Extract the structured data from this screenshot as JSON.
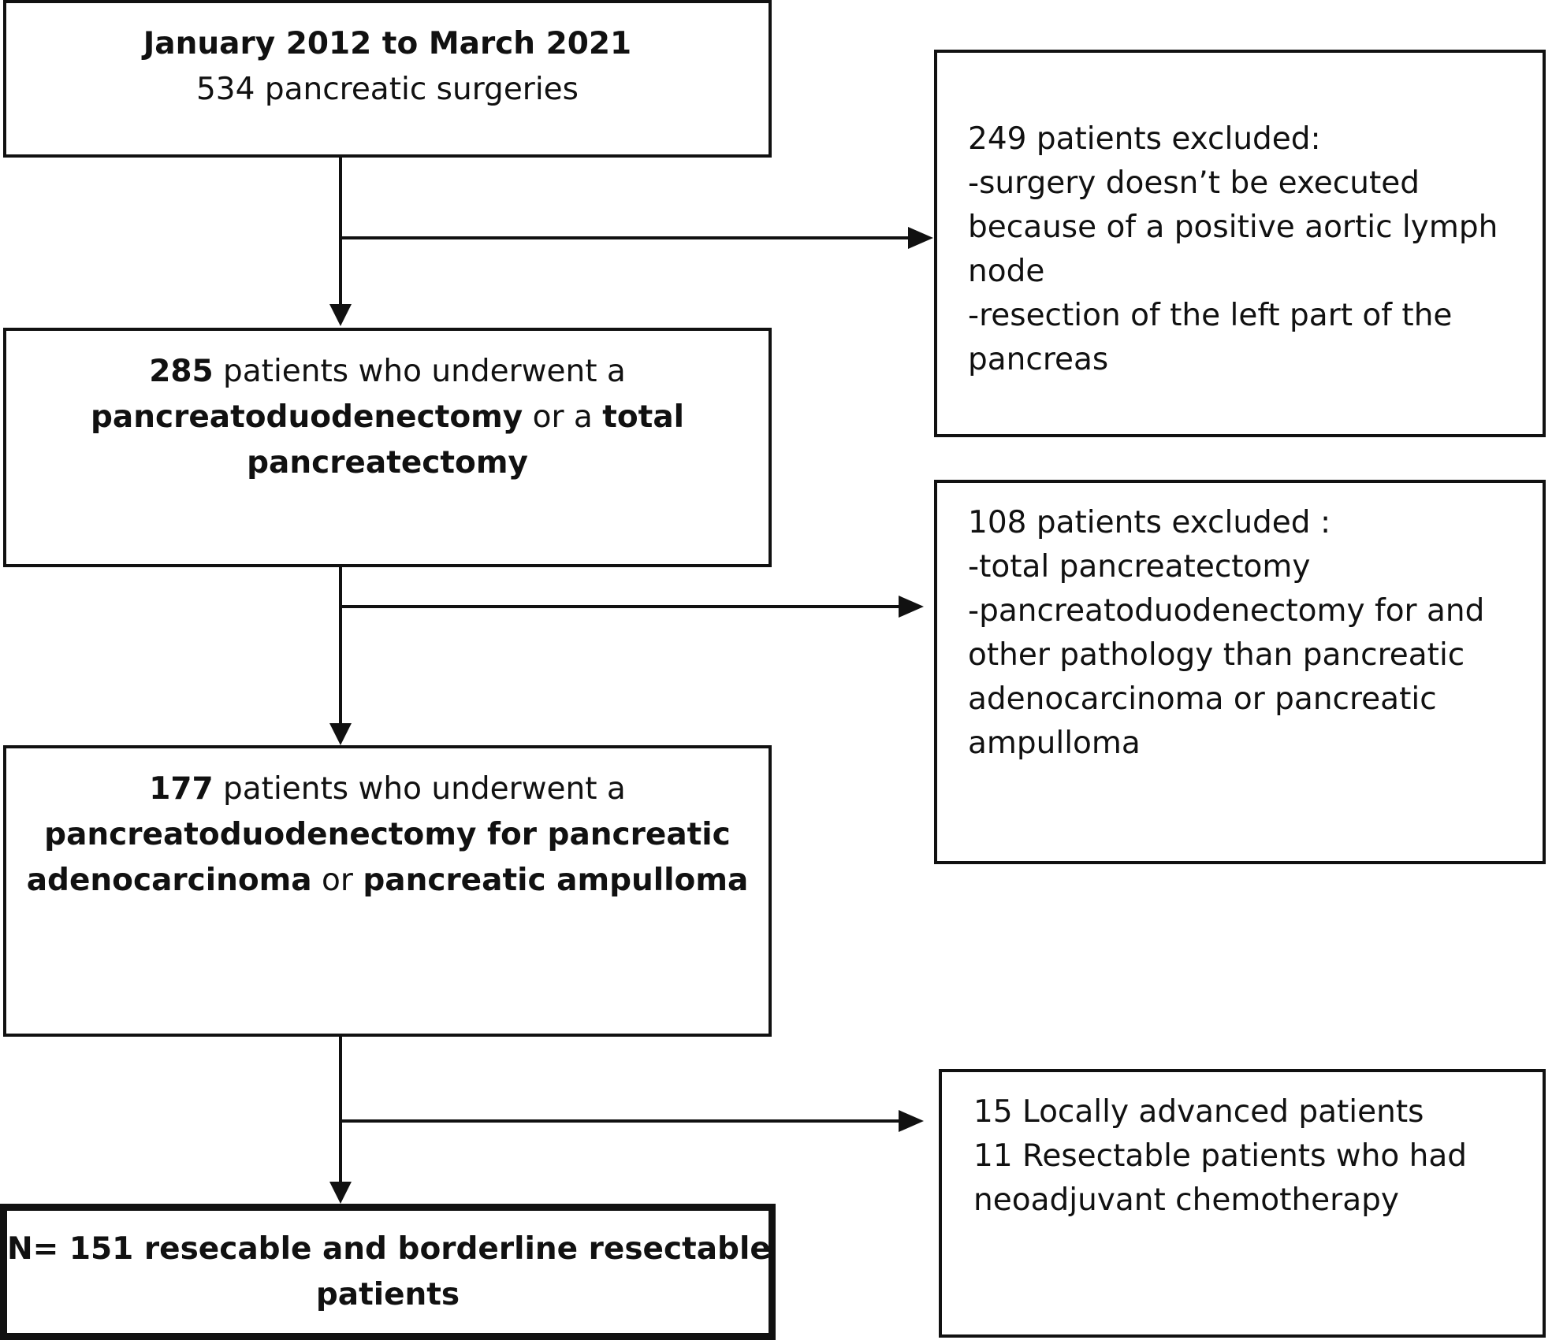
{
  "boxes": {
    "start": {
      "line1": "January 2012 to March 2021",
      "line2": "534 pancreatic surgeries"
    },
    "step2": {
      "count": "285",
      "line1_rest": " patients who underwent a",
      "term1": "pancreatoduodenectomy",
      "connector": " or a ",
      "term2_part1": "total",
      "term2_part2": "pancreatectomy"
    },
    "step3": {
      "count": "177",
      "line1_rest": " patients who underwent a",
      "line2": "pancreatoduodenectomy for pancreatic",
      "term1": "adenocarcinoma",
      "connector": " or ",
      "term2": "pancreatic ampulloma"
    },
    "final": {
      "line1": "N= 151 resecable and borderline resectable",
      "line2": "patients"
    }
  },
  "exclusions": {
    "excl1": {
      "lines": [
        "249 patients excluded:",
        "-surgery doesn’t be executed",
        "because of a positive aortic lymph",
        "node",
        "-resection of the left part of the",
        "pancreas"
      ]
    },
    "excl2": {
      "lines": [
        "108 patients excluded :",
        "-total pancreatectomy",
        "-pancreatoduodenectomy  for and",
        "other pathology  than pancreatic",
        "adenocarcinoma  or  pancreatic",
        "ampulloma"
      ]
    },
    "excl3": {
      "lines": [
        "15 Locally advanced patients",
        "11 Resectable patients who had",
        "neoadjuvant  chemotherapy"
      ]
    }
  }
}
